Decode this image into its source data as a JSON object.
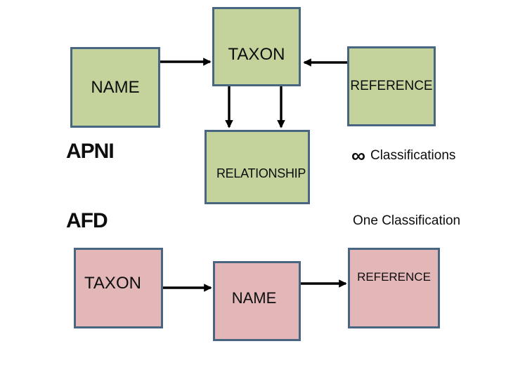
{
  "apni": {
    "label": "APNI",
    "cardinality_symbol": "∞",
    "cardinality_label": "Classifications",
    "boxes": {
      "name": "NAME",
      "taxon": "TAXON",
      "reference": "REFERENCE",
      "relationship": "RELATIONSHIP"
    }
  },
  "afd": {
    "label": "AFD",
    "cardinality_label": "One Classification",
    "boxes": {
      "taxon": "TAXON",
      "name": "NAME",
      "reference": "REFERENCE"
    }
  },
  "colors": {
    "background": "#ffffff",
    "text": "#0d0d0d",
    "box_border": "#486681",
    "apni_box_fill": "#c4d39c",
    "afd_box_fill": "#e3b7b8",
    "arrow": "#000000"
  }
}
